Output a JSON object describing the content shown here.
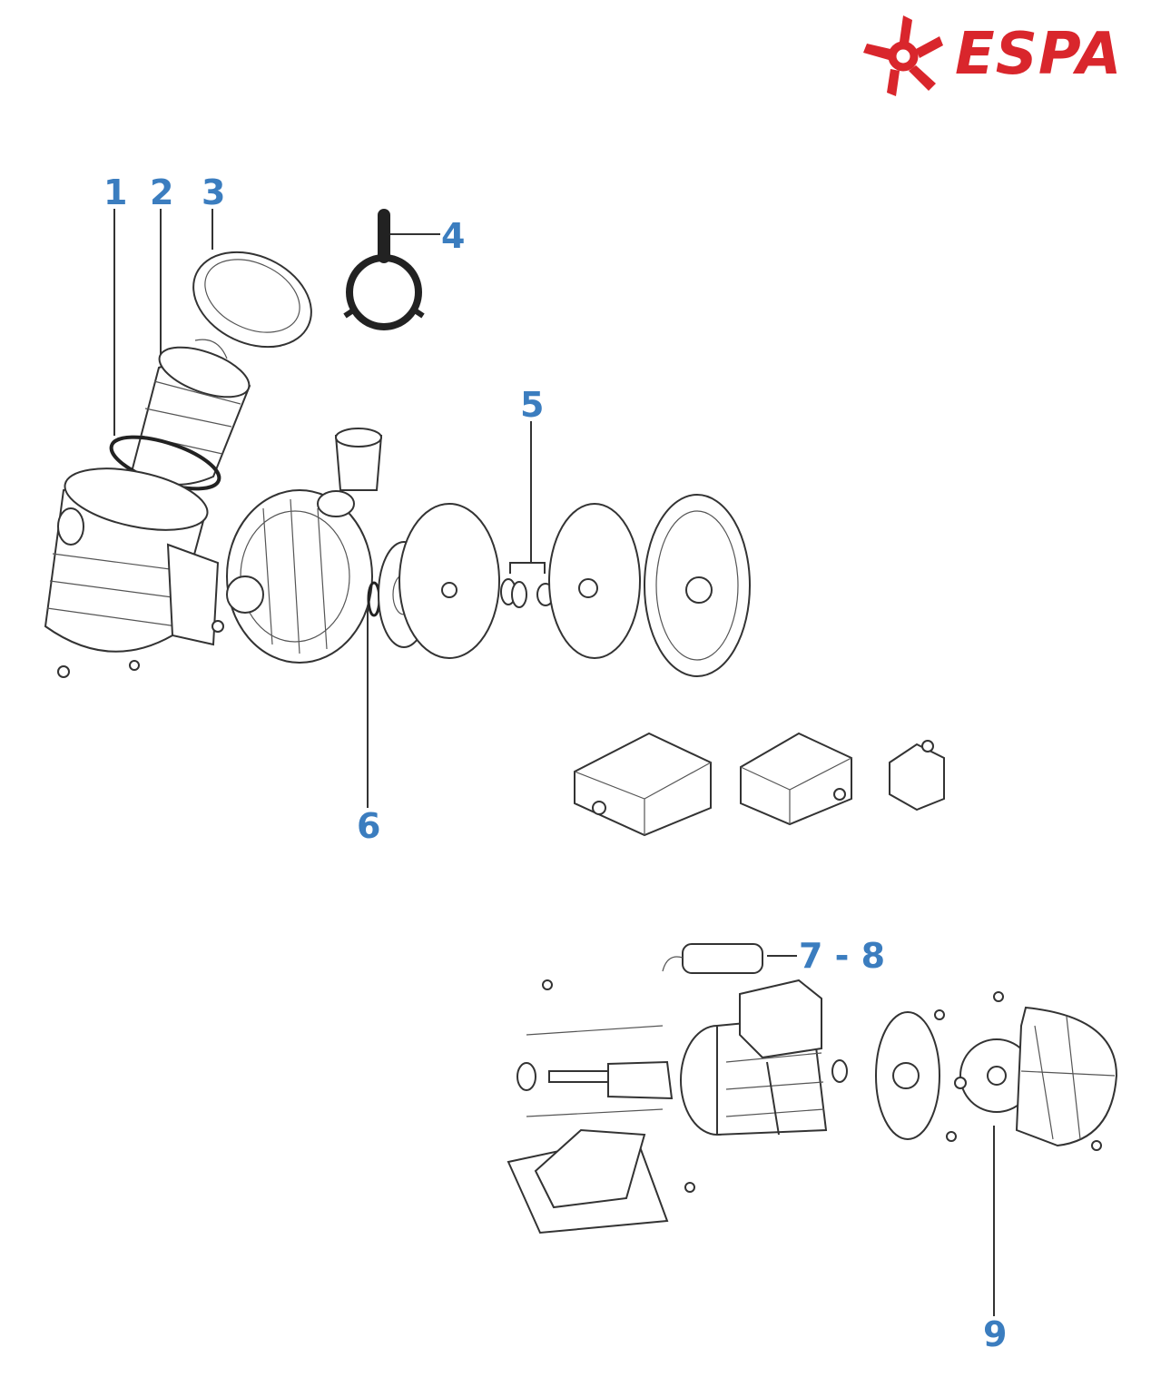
{
  "brand": {
    "name": "ESPA",
    "color": "#d9262c"
  },
  "label_color": "#3b7dbf",
  "callouts": [
    {
      "id": "1",
      "text": "1"
    },
    {
      "id": "2",
      "text": "2"
    },
    {
      "id": "3",
      "text": "3"
    },
    {
      "id": "4",
      "text": "4"
    },
    {
      "id": "5",
      "text": "5"
    },
    {
      "id": "6",
      "text": "6"
    },
    {
      "id": "7-8",
      "text": "7 - 8"
    },
    {
      "id": "9",
      "text": "9"
    }
  ]
}
